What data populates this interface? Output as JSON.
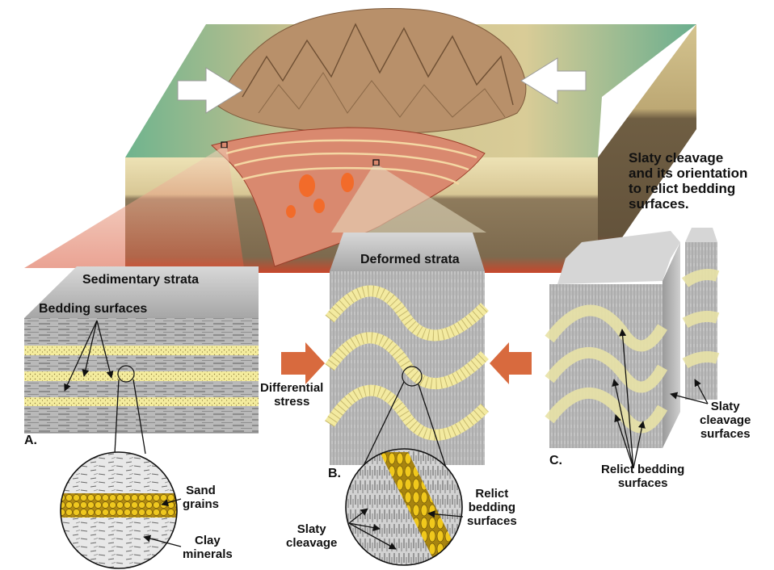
{
  "labels": {
    "slaty_title_1": "Slaty cleavage",
    "slaty_title_2": "and its orientation",
    "slaty_title_3": "to relict bedding",
    "slaty_title_4": "surfaces.",
    "sedimentary_strata": "Sedimentary strata",
    "deformed_strata": "Deformed strata",
    "bedding_surfaces": "Bedding surfaces",
    "differential_1": "Differential",
    "differential_2": "stress",
    "panel_a": "A.",
    "panel_b": "B.",
    "panel_c": "C.",
    "sand_1": "Sand",
    "sand_2": "grains",
    "clay_1": "Clay",
    "clay_2": "minerals",
    "relict_1": "Relict",
    "relict_2": "bedding",
    "relict_3": "surfaces",
    "slaty_1": "Slaty",
    "slaty_2": "cleavage",
    "slaty_surf_1": "Slaty",
    "slaty_surf_2": "cleavage",
    "slaty_surf_3": "surfaces",
    "relict_bed_1": "Relict bedding",
    "relict_bed_2": "surfaces"
  },
  "colors": {
    "terrain_green": "#7fbf9a",
    "mountain_brown": "#b8906a",
    "sediment_tan": "#e7d9a6",
    "deep_crust": "#8c7a5c",
    "magma_red": "#d4553a",
    "stress_arrow": "#d86a3e",
    "sand_yellow": "#f2ea9a",
    "sand_grain": "#e6c229",
    "rock_gray": "#b6b6b6"
  }
}
